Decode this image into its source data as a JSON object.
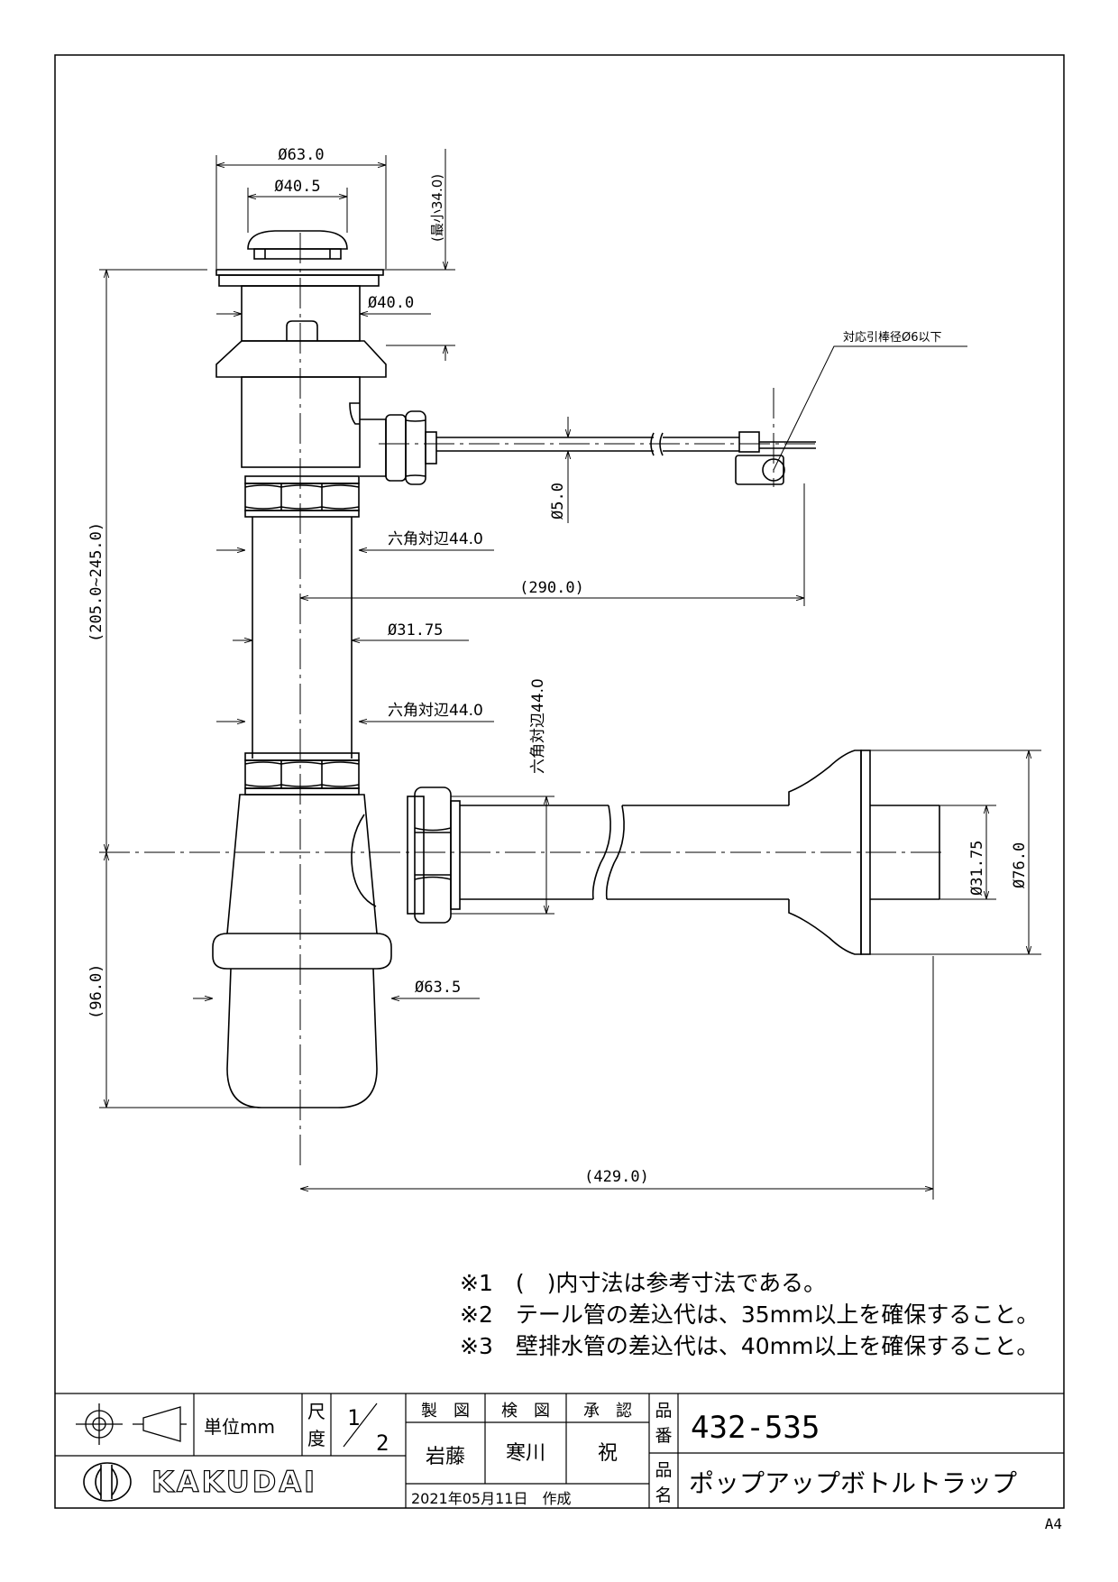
{
  "dimensions": {
    "d63_0": "Ø63.0",
    "d40_5": "Ø40.5",
    "min34": "(最小34.0)",
    "d40_0": "Ø40.0",
    "rod": "対応引棒径Ø6以下",
    "d5_0": "Ø5.0",
    "hex_upper": "六角対辺44.0",
    "len290": "(290.0)",
    "d31_75": "Ø31.75",
    "hex_lower": "六角対辺44.0",
    "hex_vertical": "六角対辺44.0",
    "height_range": "(205.0~245.0)",
    "d31_75_outlet": "Ø31.75",
    "d76_0": "Ø76.0",
    "d63_5": "Ø63.5",
    "h96": "(96.0)",
    "len429": "(429.0)"
  },
  "notes": [
    "※1　(　)内寸法は参考寸法である。",
    "※2　テール管の差込代は、35mm以上を確保すること。",
    "※3　壁排水管の差込代は、40mm以上を確保すること。"
  ],
  "title_block": {
    "unit_label": "単位mm",
    "scale_label_1": "尺",
    "scale_label_2": "度",
    "scale_num": "1",
    "scale_den": "2",
    "drawn_label": "製　図",
    "checked_label": "検　図",
    "approved_label": "承　認",
    "drawn_by": "岩藤",
    "checked_by": "寒川",
    "approved_by": "祝",
    "date": "2021年05月11日　作成",
    "part_no_label_1": "品",
    "part_no_label_2": "番",
    "part_no": "432-535",
    "part_name_label_1": "品",
    "part_name_label_2": "名",
    "part_name": "ポップアップボトルトラップ",
    "brand": "KAKUDAI"
  },
  "paper_size": "A4"
}
